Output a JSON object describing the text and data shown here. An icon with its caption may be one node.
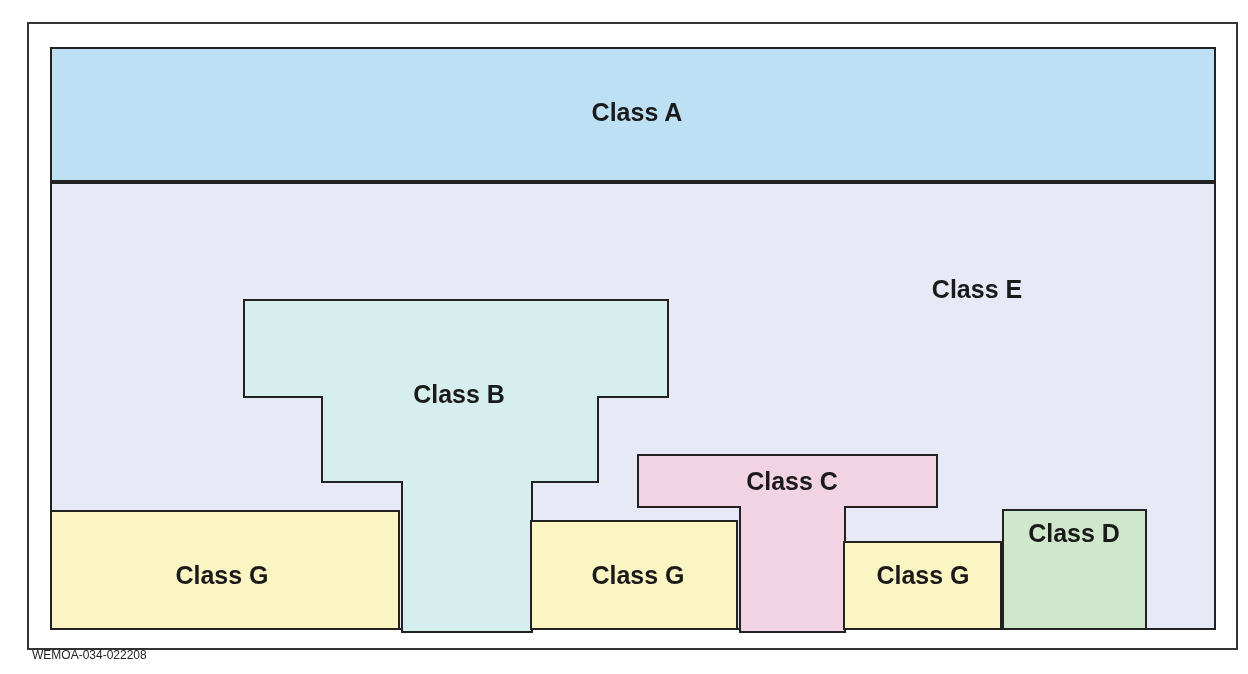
{
  "diagram": {
    "nodes": [
      {
        "text": [
          "Class A"
        ]
      },
      {
        "text": [
          "Class E"
        ]
      },
      {
        "text": [
          "Class B"
        ],
        "in": 1
      },
      {
        "text": [
          "Class C"
        ],
        "in": 1
      },
      {
        "text": [
          "Class G"
        ],
        "in": 1
      },
      {
        "text": [
          "Class G"
        ],
        "in": 1
      },
      {
        "text": [
          "Class G"
        ],
        "in": 1
      },
      {
        "text": [
          "Class D"
        ],
        "in": 1
      }
    ],
    "labels": [
      "WEMOA-034-022208"
    ]
  }
}
